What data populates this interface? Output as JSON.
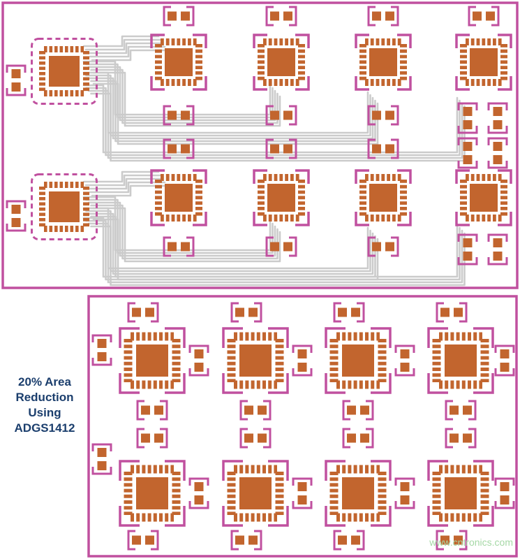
{
  "figure": {
    "caption_lines": [
      "20% Area",
      "Reduction",
      "Using",
      "ADGS1412"
    ],
    "watermark": "www.cntronics.com"
  },
  "colors": {
    "copper_pads": "#C2652E",
    "silkscreen_magenta": "#C0509F",
    "routing_traces": "#CBCBCB",
    "caption_text": "#1B3E6D",
    "watermark_text": "#A6D8A6",
    "background": "#FFFFFF"
  },
  "boards": {
    "top_board": {
      "large_chip_count": 2,
      "small_chip_count": 8
    },
    "bottom_board": {
      "chip_count": 8
    }
  }
}
